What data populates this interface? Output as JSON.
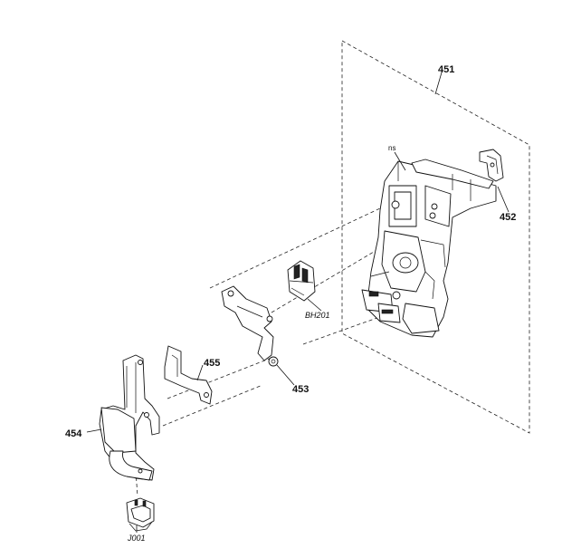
{
  "labels": {
    "p451": "451",
    "p452": "452",
    "p453": "453",
    "p454": "454",
    "p455": "455",
    "ns": "ns",
    "bh201": "BH201",
    "j001": "J001"
  }
}
